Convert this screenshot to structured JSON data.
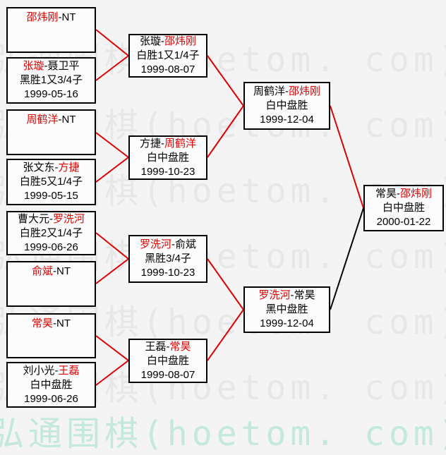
{
  "watermark": {
    "text": "弘通围棋(hoetom. com)"
  },
  "separator": "-",
  "colors": {
    "winner_name": "#dd0000",
    "winner_path_line": "#dd0000",
    "loser_path_line": "#000000",
    "box_border": "#000000",
    "background": "#f4f4f4",
    "watermark_gray": "#e7e7e7",
    "watermark_cyan": "#c4e7de"
  },
  "matches": [
    {
      "round": "round1",
      "p1": "邵炜刚",
      "p2": "NT",
      "winner": "p1",
      "result": "",
      "date": ""
    },
    {
      "round": "round1",
      "p1": "张璇",
      "p2": "聂卫平",
      "winner": "p1",
      "result": "黑胜1又3/4子",
      "date": "1999-05-16"
    },
    {
      "round": "round1",
      "p1": "周鹤洋",
      "p2": "NT",
      "winner": "p1",
      "result": "",
      "date": ""
    },
    {
      "round": "round1",
      "p1": "张文东",
      "p2": "方捷",
      "winner": "p2",
      "result": "白胜5又1/4子",
      "date": "1999-05-15"
    },
    {
      "round": "round1",
      "p1": "曹大元",
      "p2": "罗洗河",
      "winner": "p2",
      "result": "白胜2又1/4子",
      "date": "1999-06-26"
    },
    {
      "round": "round1",
      "p1": "俞斌",
      "p2": "NT",
      "winner": "p1",
      "result": "",
      "date": ""
    },
    {
      "round": "round1",
      "p1": "常昊",
      "p2": "NT",
      "winner": "p1",
      "result": "",
      "date": ""
    },
    {
      "round": "round1",
      "p1": "刘小光",
      "p2": "王磊",
      "winner": "p2",
      "result": "白中盘胜",
      "date": "1999-06-26"
    },
    {
      "round": "round2",
      "p1": "张璇",
      "p2": "邵炜刚",
      "winner": "p2",
      "result": "白胜1又1/4子",
      "date": "1999-08-07"
    },
    {
      "round": "round2",
      "p1": "方捷",
      "p2": "周鹤洋",
      "winner": "p2",
      "result": "白中盘胜",
      "date": "1999-10-23"
    },
    {
      "round": "round2",
      "p1": "罗洗河",
      "p2": "俞斌",
      "winner": "p1",
      "result": "黑胜3/4子",
      "date": "1999-10-23"
    },
    {
      "round": "round2",
      "p1": "王磊",
      "p2": "常昊",
      "winner": "p2",
      "result": "白中盘胜",
      "date": "1999-08-07"
    },
    {
      "round": "semifinal",
      "p1": "周鹤洋",
      "p2": "邵炜刚",
      "winner": "p2",
      "result": "白中盘胜",
      "date": "1999-12-04"
    },
    {
      "round": "semifinal",
      "p1": "罗洗河",
      "p2": "常昊",
      "winner": "p1",
      "result": "黑中盘胜",
      "date": "1999-12-04"
    },
    {
      "round": "final",
      "p1": "常昊",
      "p2": "邵炜刚",
      "winner": "p2",
      "result": "白中盘胜",
      "date": "2000-01-22"
    }
  ]
}
